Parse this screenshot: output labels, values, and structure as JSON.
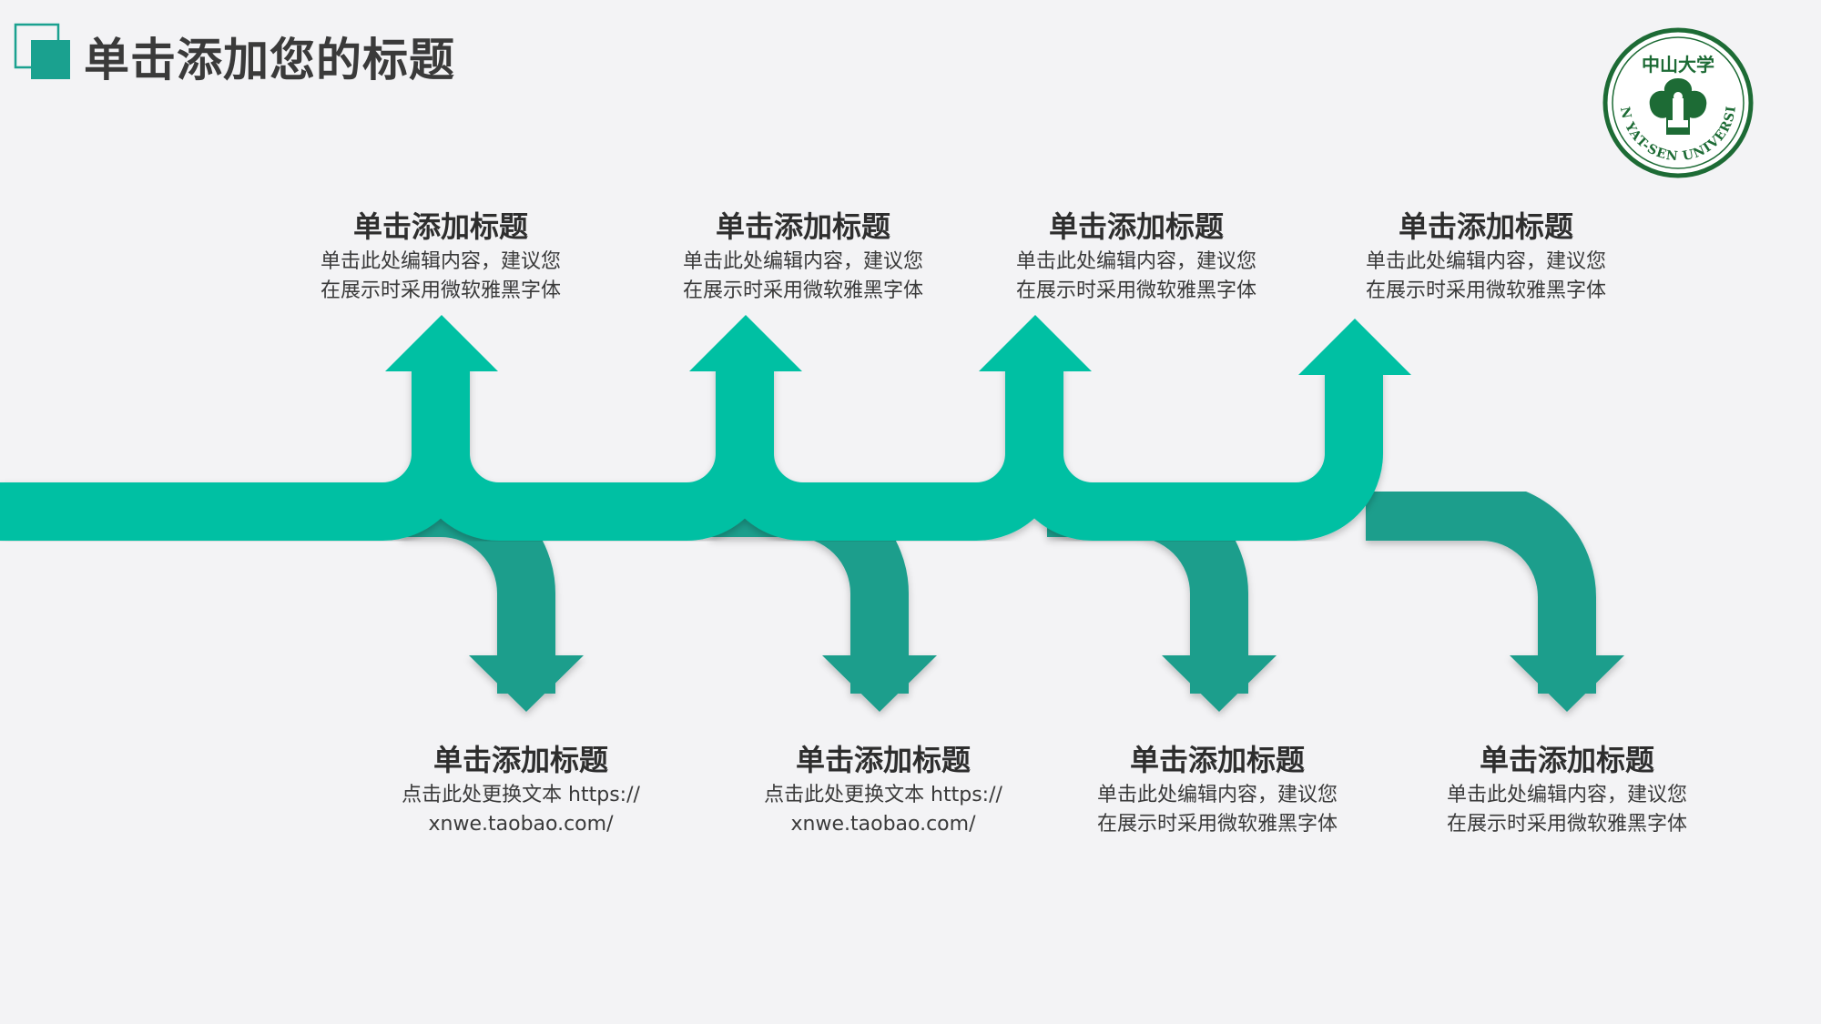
{
  "page": {
    "title": "单击添加您的标题",
    "accent_color": "#1aa18f",
    "accent_light_color": "#00c0a3",
    "accent_dark_color": "#1b9e8c"
  },
  "logo": {
    "name": "中山大学",
    "english": "SUN YAT-SEN UNIVERSITY",
    "color": "#1d6b35"
  },
  "steps_top": [
    {
      "title": "单击添加标题",
      "line1": "单击此处编辑内容，建议您",
      "line2": "在展示时采用微软雅黑字体"
    },
    {
      "title": "单击添加标题",
      "line1": "单击此处编辑内容，建议您",
      "line2": "在展示时采用微软雅黑字体"
    },
    {
      "title": "单击添加标题",
      "line1": "单击此处编辑内容，建议您",
      "line2": "在展示时采用微软雅黑字体"
    },
    {
      "title": "单击添加标题",
      "line1": "单击此处编辑内容，建议您",
      "line2": "在展示时采用微软雅黑字体"
    }
  ],
  "steps_bottom": [
    {
      "title": "单击添加标题",
      "line1": "点击此处更换文本 https://",
      "line2": "xnwe.taobao.com/"
    },
    {
      "title": "单击添加标题",
      "line1": "点击此处更换文本 https://",
      "line2": "xnwe.taobao.com/"
    },
    {
      "title": "单击添加标题",
      "line1": "单击此处编辑内容，建议您",
      "line2": "在展示时采用微软雅黑字体"
    },
    {
      "title": "单击添加标题",
      "line1": "单击此处编辑内容，建议您",
      "line2": "在展示时采用微软雅黑字体"
    }
  ]
}
